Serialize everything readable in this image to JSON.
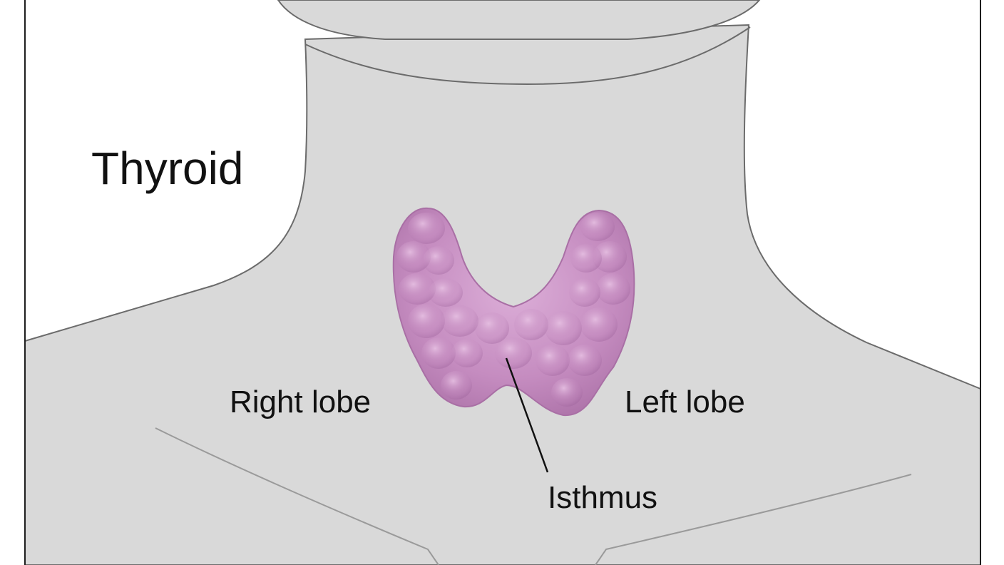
{
  "diagram": {
    "title": "Thyroid",
    "labels": {
      "right_lobe": "Right lobe",
      "left_lobe": "Left lobe",
      "isthmus": "Isthmus"
    }
  },
  "colors": {
    "skin": "#d9d9d9",
    "outline": "#6b6b6b",
    "gland": "#c58cc0",
    "gland_shadow": "#a96fa5",
    "gland_highlight": "#dcaed8",
    "frame": "#1e1e1e",
    "background": "#ffffff"
  }
}
